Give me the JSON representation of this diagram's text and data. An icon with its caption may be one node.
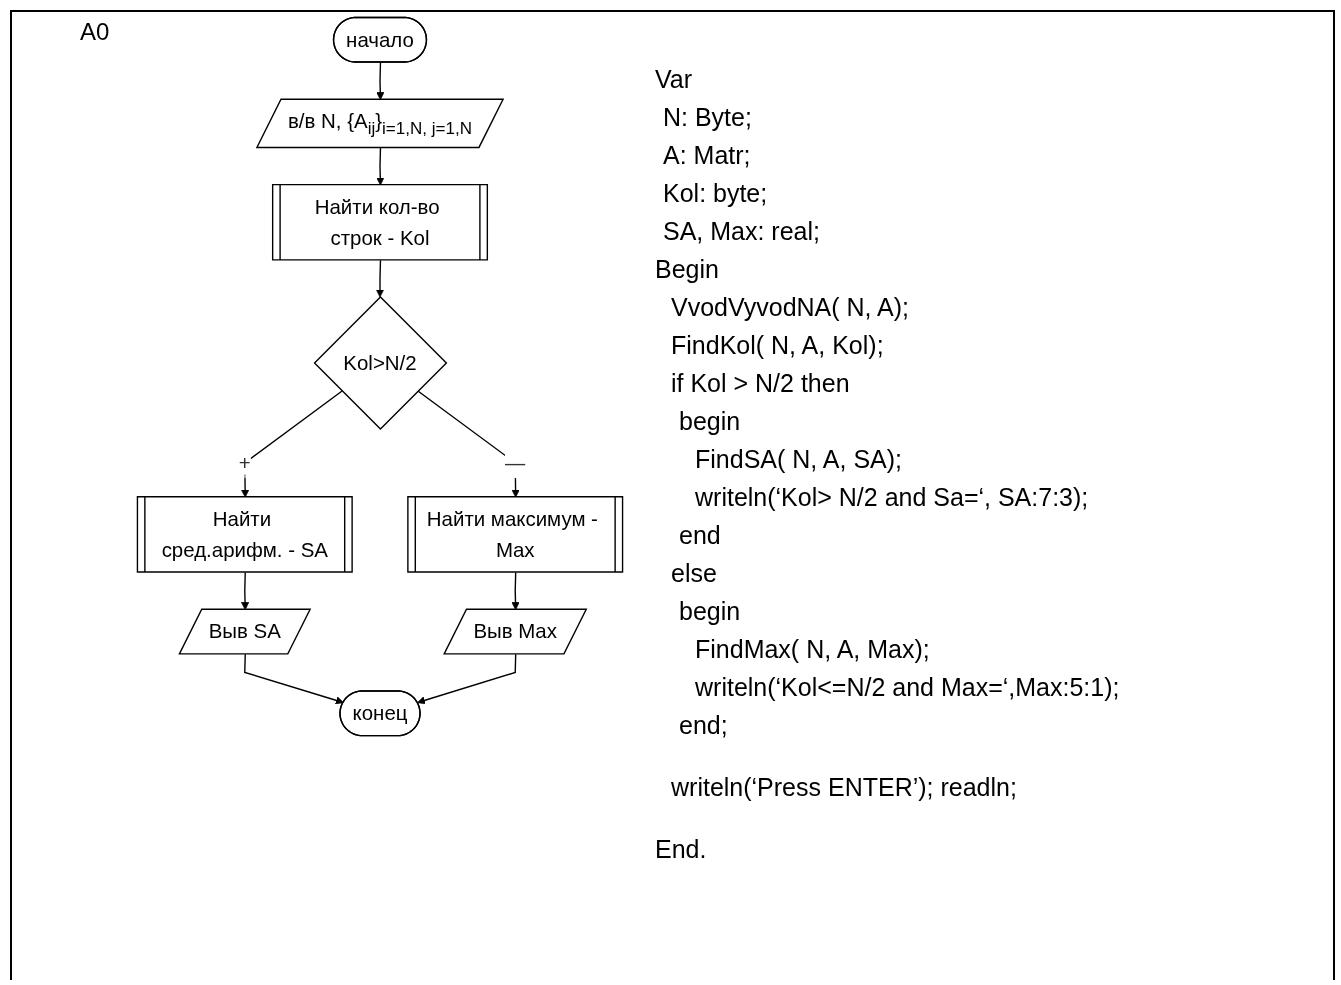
{
  "diagram": {
    "nodes": [
      {
        "text": [
          "начало"
        ]
      },
      {
        "text": [
          "в/в N, {A$_{ij}$}$_{i=1,N, j=1,N}$"
        ]
      },
      {
        "text": [
          "Найти кол-во строк - Kol"
        ]
      },
      {
        "text": [
          "Kol>N/2"
        ]
      },
      {
        "text": [
          "Найти сред.арифм. - SA"
        ]
      },
      {
        "text": [
          "Выв SA"
        ]
      },
      {
        "text": [
          "Найти максимум - Max"
        ]
      },
      {
        "text": [
          "Выв Max"
        ]
      },
      {
        "text": [
          "конец"
        ]
      }
    ],
    "edges": [
      {
        "from": 0,
        "to": 1,
        "arrow": "to"
      },
      {
        "from": 1,
        "to": 2,
        "arrow": "to"
      },
      {
        "from": 2,
        "to": 3,
        "arrow": "to"
      },
      {
        "from": 3,
        "to": 4,
        "arrow": "to",
        "label": "+"
      },
      {
        "from": 3,
        "to": 6,
        "arrow": "to",
        "label": "—"
      },
      {
        "from": 4,
        "to": 5,
        "arrow": "to"
      },
      {
        "from": 5,
        "to": 8,
        "arrow": "to"
      },
      {
        "from": 6,
        "to": 7,
        "arrow": "to"
      },
      {
        "from": 7,
        "to": 8,
        "arrow": "to"
      }
    ],
    "labels": [
      "A0",
      "Var",
      "N: Byte;",
      "A: Matr;",
      "Kol: byte;",
      "SA, Max: real;",
      "Begin",
      "VvodVyvodNA( N, A);",
      "FindKol( N, A, Kol);",
      "if Kol > N/2 then",
      "begin",
      "FindSA( N, A, SA);",
      "writeln(‘Kol> N/2 and Sa=‘, SA:7:3);",
      "end",
      "else",
      "begin",
      "FindMax( N, A, Max);",
      "writeln(‘Kol<=N/2 and Max=‘,Max:5:1);",
      "end;",
      "writeln(‘Press ENTER’); readln;",
      "End."
    ]
  }
}
